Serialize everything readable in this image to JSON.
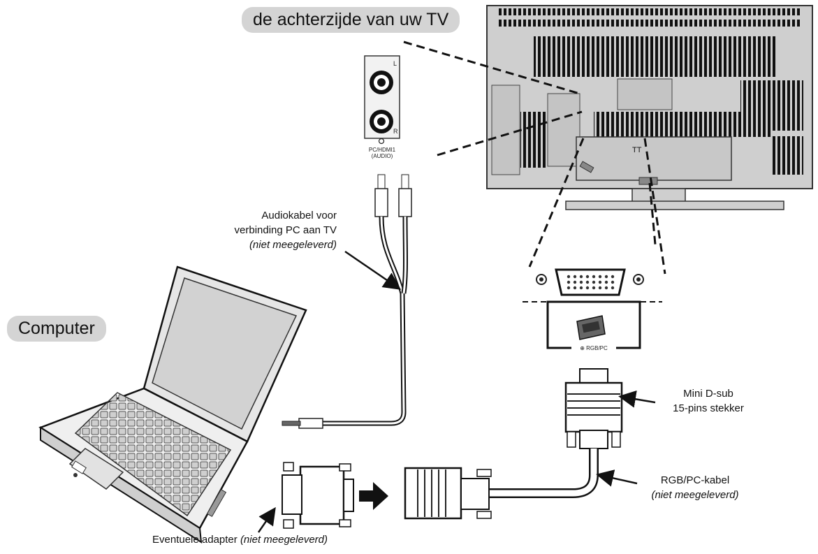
{
  "tv_label": "de achterzijde van uw TV",
  "computer_label": "Computer",
  "audio_cable": {
    "line1": "Audiokabel voor",
    "line2": "verbinding PC aan TV",
    "note": "(niet meegeleverd)"
  },
  "audio_jack": {
    "left": "L",
    "right": "R",
    "line1": "PC/HDMI1",
    "line2": "(AUDIO)"
  },
  "rgb_port_label": "RGB/PC",
  "mini_dsub": {
    "line1": "Mini D-sub",
    "line2": "15-pins stekker"
  },
  "rgb_cable": {
    "line1": "RGB/PC-kabel",
    "note": "(niet meegeleverd)"
  },
  "adapter": {
    "text": "Eventuele adapter ",
    "note": "(niet meegeleverd)"
  }
}
